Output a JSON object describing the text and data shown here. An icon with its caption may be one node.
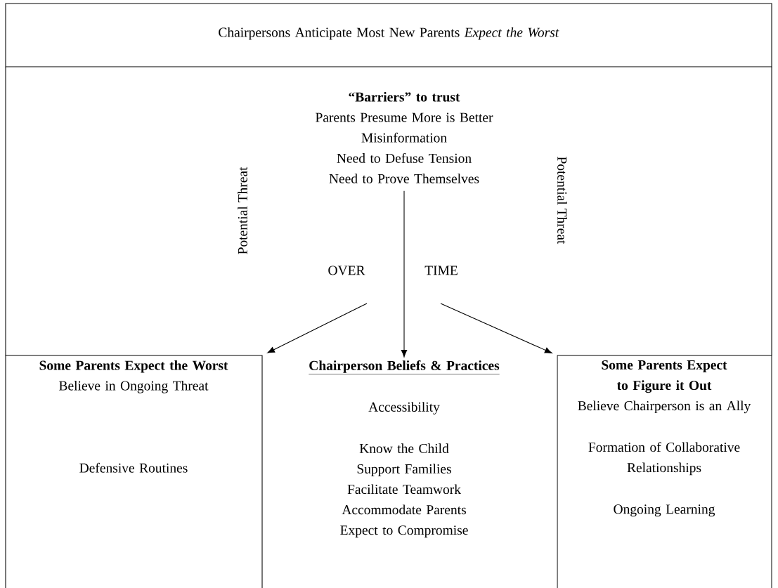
{
  "diagram": {
    "nodes": [
      {
        "text": [
          "Chairpersons Anticipate Most New Parents *Expect the Worst*"
        ]
      },
      {
        "text": [
          "“Barriers” to trust",
          "Parents Presume More is Better",
          "Misinformation",
          "Need to Defuse Tension",
          "Need to Prove Themselves"
        ]
      },
      {
        "text": [
          "Some Parents Expect the Worst",
          "Believe in Ongoing Threat",
          "Defensive Routines"
        ]
      },
      {
        "text": [
          "Chairperson Beliefs & Practices",
          "Accessibility",
          "Know the Child",
          "Support Families",
          "Facilitate Teamwork",
          "Accommodate Parents",
          "Expect to Compromise"
        ]
      },
      {
        "text": [
          "Some Parents Expect to Figure it Out",
          "Believe Chairperson is an Ally",
          "Formation of Collaborative Relationships",
          "Ongoing Learning"
        ]
      }
    ],
    "edges": [
      {
        "from": 1,
        "to": 3,
        "arrow": "to"
      },
      {
        "from": null,
        "to": 2,
        "arrow": "to"
      },
      {
        "from": null,
        "to": 4,
        "arrow": "to"
      }
    ],
    "labels": [
      "Potential Threat",
      "OVER",
      "TIME",
      "Potential Threat"
    ]
  }
}
